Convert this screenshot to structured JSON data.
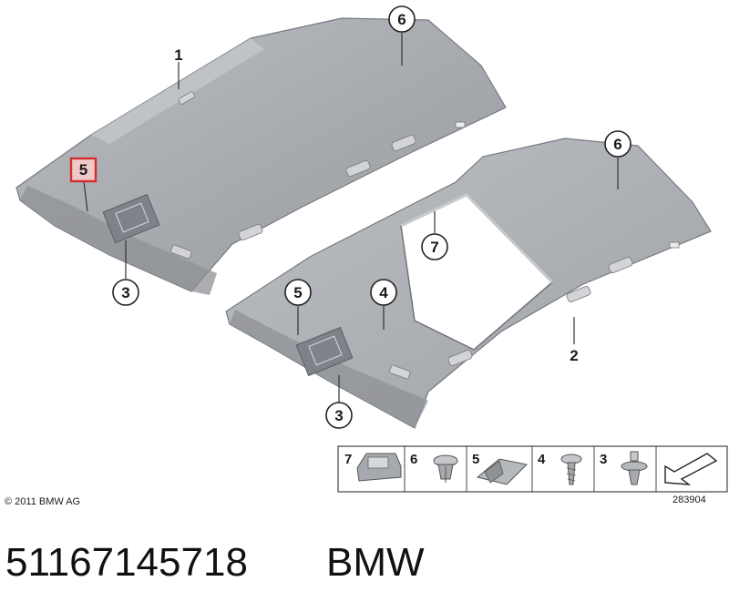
{
  "callouts": {
    "headliner_standard": "1",
    "headliner_sunroof": "2",
    "clip_a": "3",
    "clip_b": "3",
    "screw": "4",
    "clip_c_highlighted": "5",
    "clip_c": "5",
    "foam_a": "6",
    "foam_b": "6",
    "sunroof_trim": "7"
  },
  "legend": {
    "items": [
      "7",
      "6",
      "5",
      "4",
      "3"
    ],
    "icons": [
      "clip-7-icon",
      "rivet-6-icon",
      "clip-5-icon",
      "screw-4-icon",
      "clip-3-icon",
      "arrow-icon"
    ]
  },
  "copyright": "© 2011 BMW AG",
  "diagram_number": "283904",
  "part_number": "51167145718",
  "brand": "BMW",
  "colors": {
    "highlight": "#d32f2f",
    "part_fill": "#a9acb1",
    "part_shade": "#8e9196",
    "line": "#333333"
  }
}
